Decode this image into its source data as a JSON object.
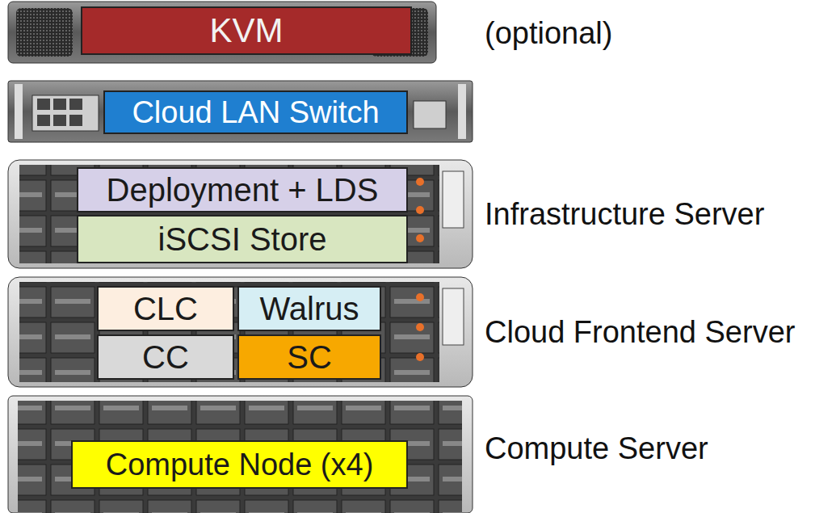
{
  "diagram": {
    "nodes": [
      {
        "text": [
          "KVM"
        ]
      },
      {
        "text": [
          "Cloud LAN Switch"
        ]
      },
      {
        "text": [
          "Deployment + LDS"
        ]
      },
      {
        "text": [
          "iSCSI Store"
        ]
      },
      {
        "text": [
          "CLC"
        ]
      },
      {
        "text": [
          "Walrus"
        ]
      },
      {
        "text": [
          "CC"
        ]
      },
      {
        "text": [
          "SC"
        ]
      },
      {
        "text": [
          "Compute Node (x4)"
        ]
      }
    ],
    "labels": [
      "(optional)",
      "Infrastructure Server",
      "Cloud Frontend Server",
      "Compute Server"
    ]
  }
}
